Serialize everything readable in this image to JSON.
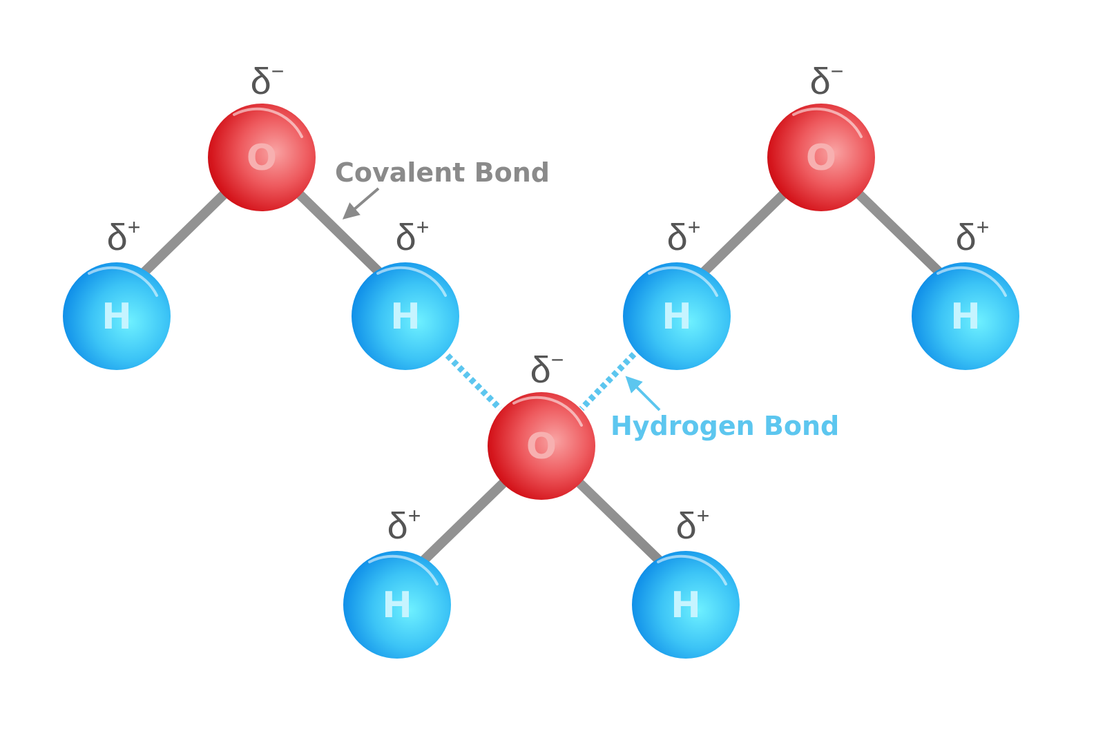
{
  "atoms": {
    "oxygen_symbol": "O",
    "hydrogen_symbol": "H"
  },
  "charges": {
    "negative": "δ",
    "negative_sign": "−",
    "positive": "δ",
    "positive_sign": "+"
  },
  "labels": {
    "covalent_bond": "Covalent Bond",
    "hydrogen_bond": "Hydrogen Bond"
  },
  "colors": {
    "oxygen": "#d8141c",
    "hydrogen": "#1aa6ee",
    "covalent_label": "#8a8a8a",
    "hydrogen_bond": "#5cc6ef"
  }
}
